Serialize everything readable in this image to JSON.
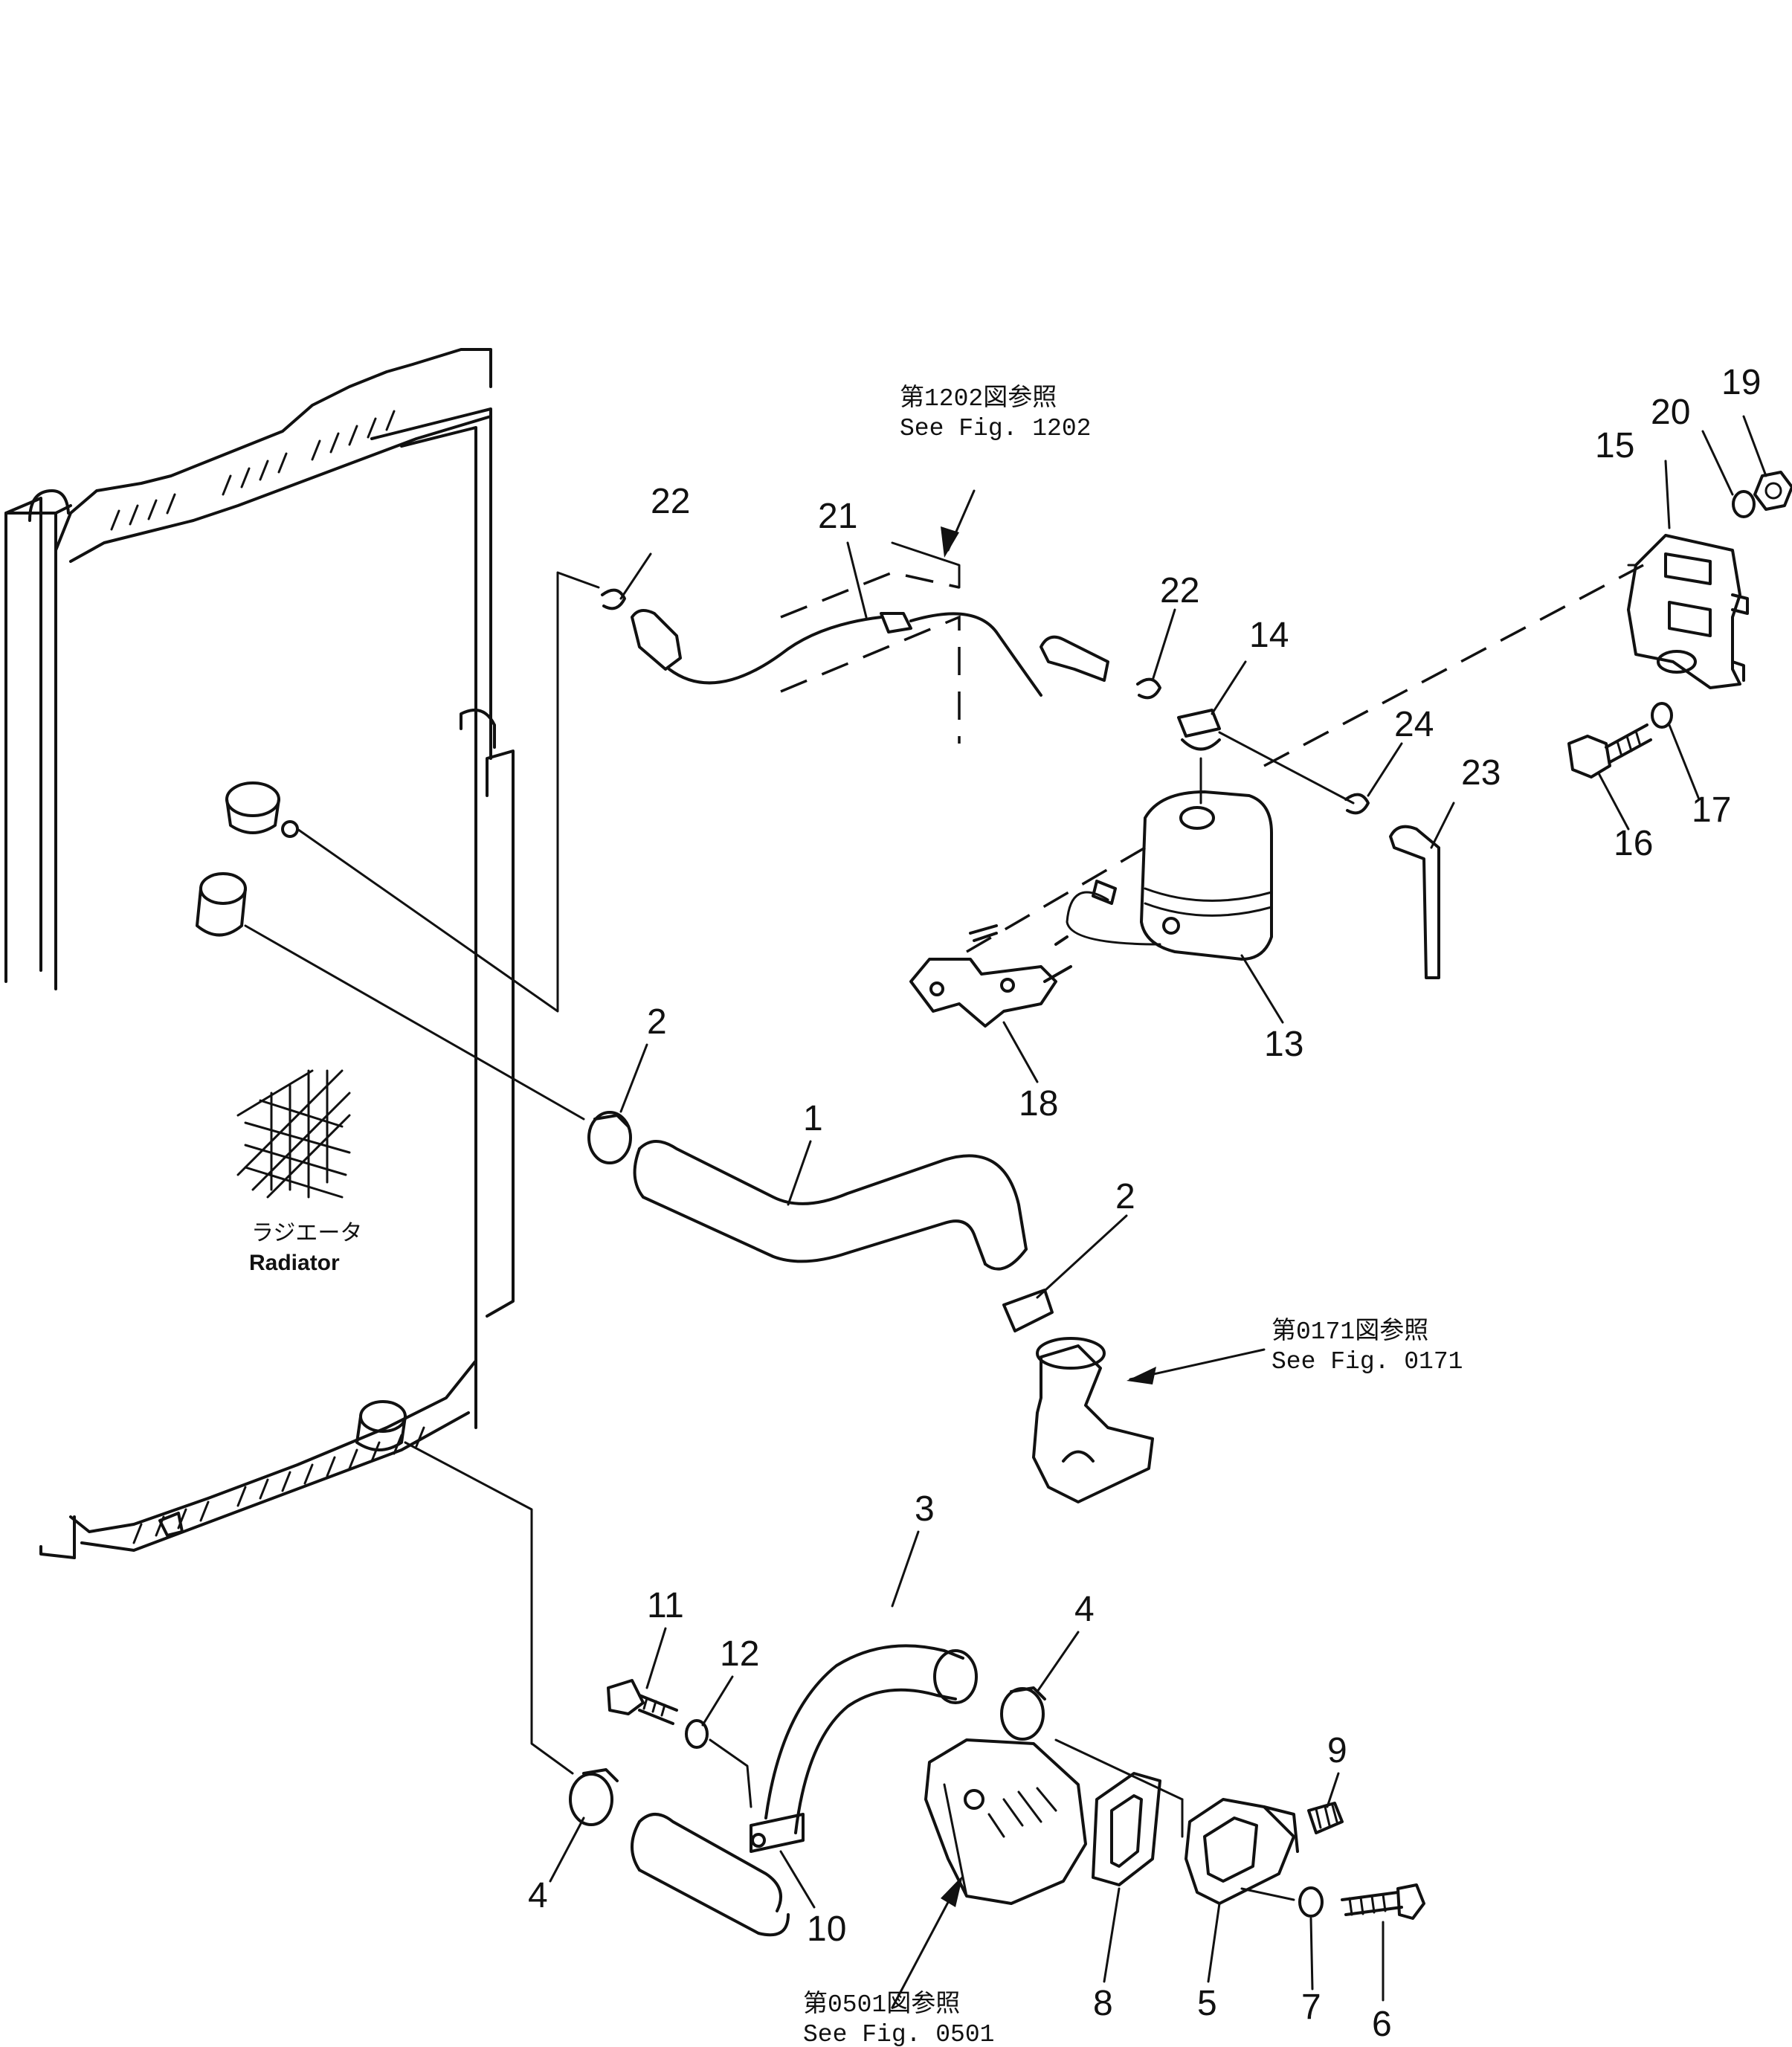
{
  "components": {
    "radiator": {
      "jp": "ラジエータ",
      "en": "Radiator"
    }
  },
  "references": [
    {
      "jp": "第1202図参照",
      "en": "See Fig. 1202"
    },
    {
      "jp": "第0171図参照",
      "en": "See Fig. 0171"
    },
    {
      "jp": "第0501図参照",
      "en": "See Fig. 0501"
    }
  ],
  "callouts": [
    "1",
    "2",
    "2",
    "3",
    "4",
    "4",
    "5",
    "6",
    "7",
    "8",
    "9",
    "10",
    "11",
    "12",
    "13",
    "14",
    "15",
    "16",
    "17",
    "18",
    "19",
    "20",
    "21",
    "22",
    "22",
    "23",
    "24"
  ]
}
